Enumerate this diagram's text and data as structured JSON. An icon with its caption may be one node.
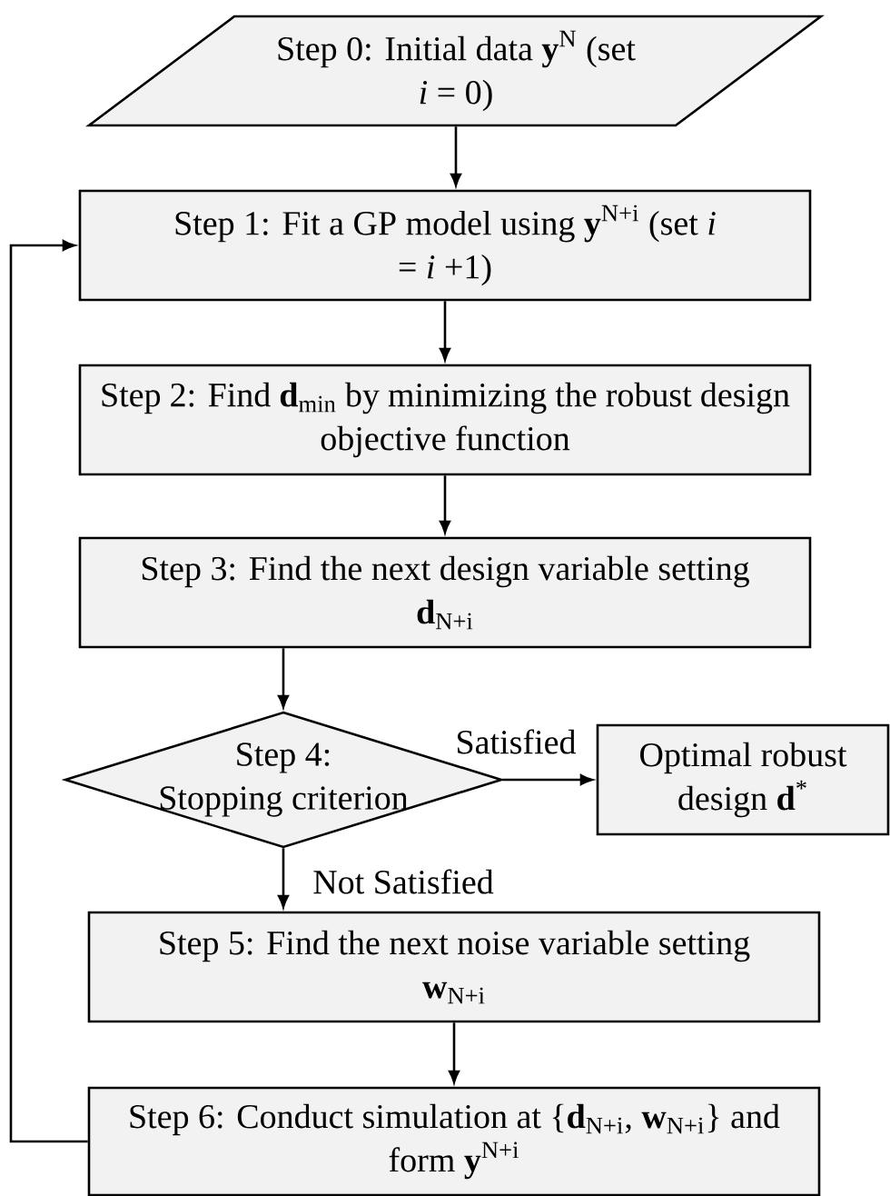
{
  "diagram": {
    "nodes": [
      {
        "text": [
          "Step 0: Initial data **y**$^{N}$ (set *i* = 0)"
        ]
      },
      {
        "text": [
          "Step 1: Fit a GP model using **y**$^{N+i}$ (set *i* = *i* +1)"
        ]
      },
      {
        "text": [
          "Step 2: Find **d**$_{min}$ by minimizing the robust design objective function"
        ]
      },
      {
        "text": [
          "Step 3: Find the next design variable setting **d**$_{N+i}$"
        ]
      },
      {
        "text": [
          "Step 4:",
          "Stopping criterion"
        ]
      },
      {
        "text": [
          "Optimal robust design **d**$^{*}$"
        ]
      },
      {
        "text": [
          "Step 5: Find the next noise variable setting **w**$_{N+i}$"
        ]
      },
      {
        "text": [
          "Step 6: Conduct simulation at {**d**$_{N+i}$, **w**$_{N+i}$} and form **y**$^{N+i}$"
        ]
      }
    ],
    "edges": [
      {
        "from": 0,
        "to": 1,
        "arrow": "to"
      },
      {
        "from": 1,
        "to": 2,
        "arrow": "to"
      },
      {
        "from": 2,
        "to": 3,
        "arrow": "to"
      },
      {
        "from": 3,
        "to": 4,
        "arrow": "to"
      },
      {
        "from": 4,
        "to": 5,
        "arrow": "to",
        "label": "Satisfied"
      },
      {
        "from": 4,
        "to": 6,
        "arrow": "to",
        "label": "Not Satisfied"
      },
      {
        "from": 6,
        "to": 7,
        "arrow": "to"
      },
      {
        "from": 7,
        "to": 1,
        "arrow": "to"
      }
    ]
  }
}
